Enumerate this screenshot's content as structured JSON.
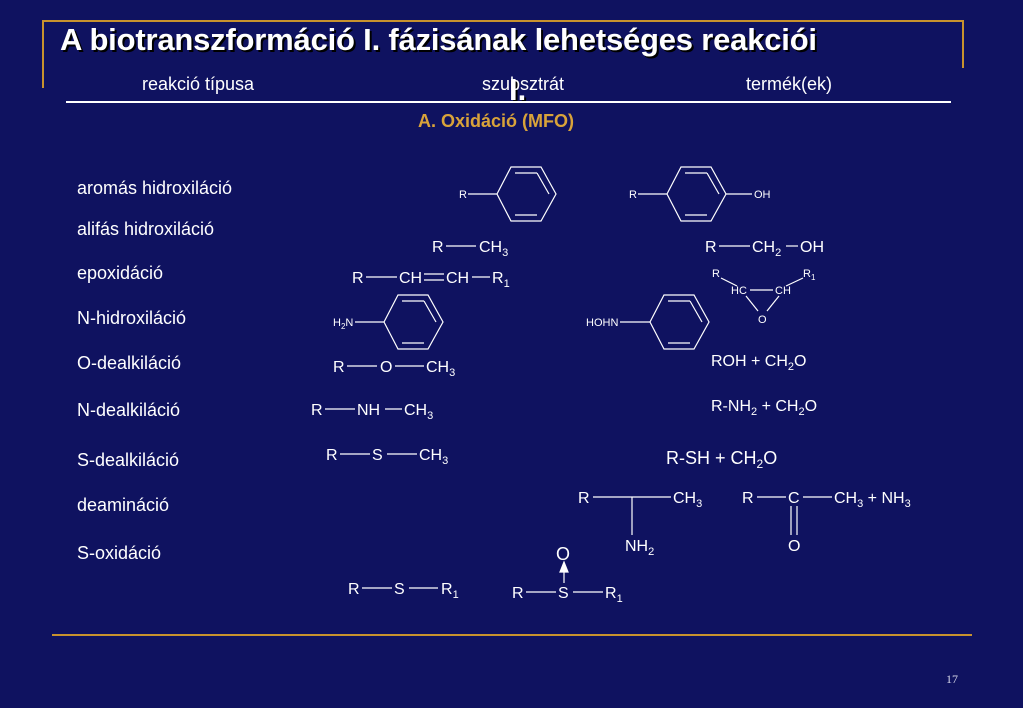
{
  "slide": {
    "title": "A biotranszformáció I. fázisának lehetséges reakciói",
    "title_tail": "I.",
    "page_number": "17"
  },
  "columns": {
    "type": "reakció típusa",
    "substrate": "szubsztrát",
    "products": "termék(ek)"
  },
  "section": "A. Oxidáció (MFO)",
  "rows": [
    {
      "label": "aromás hidroxiláció"
    },
    {
      "label": "alifás hidroxiláció"
    },
    {
      "label": "epoxidáció"
    },
    {
      "label": "N-hidroxiláció"
    },
    {
      "label": "O-dealkiláció"
    },
    {
      "label": "N-dealkiláció"
    },
    {
      "label": "S-dealkiláció"
    },
    {
      "label": "deamináció"
    },
    {
      "label": "S-oxidáció"
    }
  ],
  "formulas": {
    "r": "R",
    "oh": "OH",
    "ch": "CH",
    "hc": "HC",
    "o": "O",
    "s": "S",
    "nh": "NH",
    "c": "C",
    "h2n": "H",
    "n": "N",
    "hohn": "HOHN",
    "sub2": "2",
    "sub3": "3",
    "sub1": "1",
    "roh_prod": "ROH + CH",
    "rnh2_prod_a": "R-NH",
    "rnh2_prod_b": " + CH",
    "rsh_prod": "R-SH + CH",
    "plus_nh": " + NH"
  },
  "colors": {
    "background": "#0f1260",
    "accent": "#c8922e",
    "section": "#d9a33a",
    "text": "#ffffff"
  }
}
